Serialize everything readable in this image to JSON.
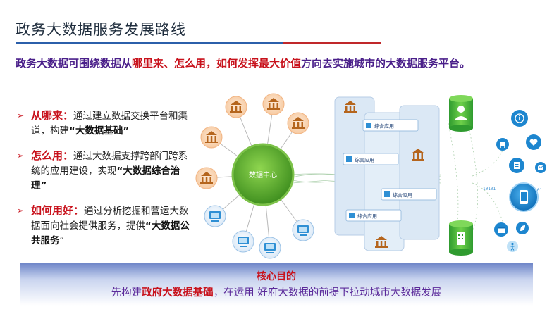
{
  "title": "政务大数据服务发展路线",
  "subtitle": {
    "part1": "政务大数据可围绕数据从",
    "highlight": "哪里来、怎么用，如何发挥最大价值",
    "part2": "方向去实施城市的大数据服务平台。"
  },
  "bullets": [
    {
      "key": "从哪来：",
      "text": "通过建立数据交换平台和渠道，构建",
      "strong": "“大数据基础”",
      "tail": ""
    },
    {
      "key": "怎么用：",
      "text": "通过大数据支撑跨部门跨系统的应用建设，实现",
      "strong": "“大数据综合治理”",
      "tail": ""
    },
    {
      "key": "如何用好：",
      "text": "通过分析挖掘和营运大数据面向社会提供服务，提供",
      "strong": "“大数据公共服务",
      "tail": "“"
    }
  ],
  "diagram": {
    "center_label": "数据中心",
    "app_label": "综合应用",
    "binary_1": "10101",
    "binary_2": "10101"
  },
  "footer": {
    "title": "核心目的",
    "part1": "先构建",
    "highlight": "政府大数据基础",
    "part2": "，在运用 好府大数据的前提下拉动城市大数据发展"
  },
  "colors": {
    "title_rule_blue": "#2b5faa",
    "title_rule_red": "#c0282a",
    "highlight_red": "#c8121c",
    "subtitle_purple": "#4a1f8a",
    "hub_green": "#5cad2e",
    "bank_orange": "#f2b482",
    "monitor_blue": "#2e8fd4"
  }
}
